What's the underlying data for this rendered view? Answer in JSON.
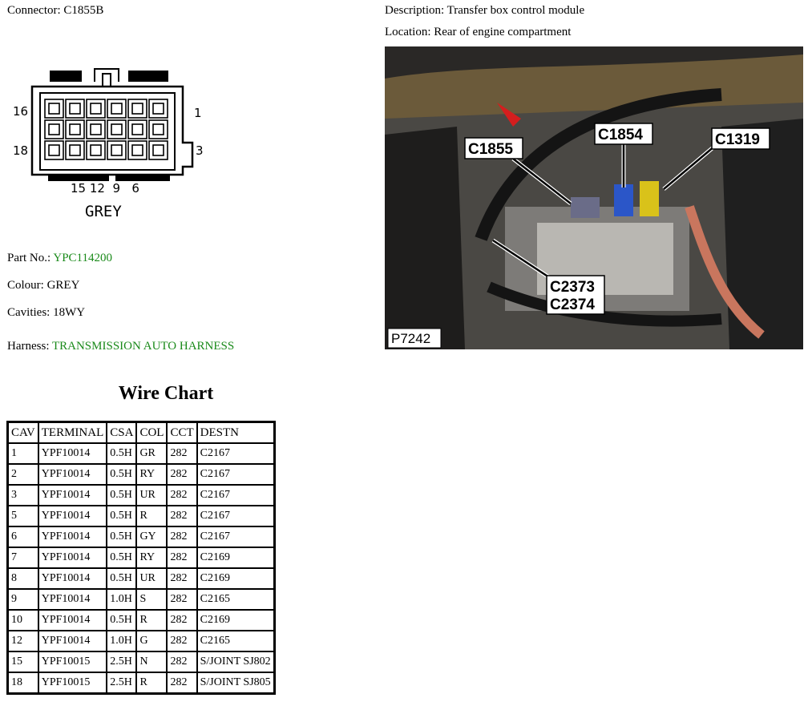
{
  "header": {
    "connector": "Connector: C1855B",
    "description": "Description: Transfer box control module",
    "location": "Location: Rear of engine compartment"
  },
  "diagram": {
    "pin_top_left": "16",
    "pin_top_right": "1",
    "pin_mid_left": "18",
    "pin_mid_right": "3",
    "pins_bottom": "15 12  9   6",
    "colour_label": "GREY"
  },
  "info": {
    "part_label": "Part No.: ",
    "part_value": "YPC114200",
    "colour": "Colour: GREY",
    "cavities": "Cavities: 18WY",
    "harness_label": "Harness: ",
    "harness_value": "TRANSMISSION AUTO HARNESS"
  },
  "photo": {
    "labels": {
      "c1855": "C1855",
      "c1854": "C1854",
      "c1319": "C1319",
      "c2373": "C2373",
      "c2374": "C2374"
    },
    "ref": "P7242"
  },
  "wire_chart": {
    "title": "Wire Chart",
    "headers": [
      "CAV",
      "TERMINAL",
      "CSA",
      "COL",
      "CCT",
      "DESTN"
    ],
    "rows": [
      [
        "1",
        "YPF10014",
        "0.5H",
        "GR",
        "282",
        "C2167"
      ],
      [
        "2",
        "YPF10014",
        "0.5H",
        "RY",
        "282",
        "C2167"
      ],
      [
        "3",
        "YPF10014",
        "0.5H",
        "UR",
        "282",
        "C2167"
      ],
      [
        "5",
        "YPF10014",
        "0.5H",
        "R",
        "282",
        "C2167"
      ],
      [
        "6",
        "YPF10014",
        "0.5H",
        "GY",
        "282",
        "C2167"
      ],
      [
        "7",
        "YPF10014",
        "0.5H",
        "RY",
        "282",
        "C2169"
      ],
      [
        "8",
        "YPF10014",
        "0.5H",
        "UR",
        "282",
        "C2169"
      ],
      [
        "9",
        "YPF10014",
        "1.0H",
        "S",
        "282",
        "C2165"
      ],
      [
        "10",
        "YPF10014",
        "0.5H",
        "R",
        "282",
        "C2169"
      ],
      [
        "12",
        "YPF10014",
        "1.0H",
        "G",
        "282",
        "C2165"
      ],
      [
        "15",
        "YPF10015",
        "2.5H",
        "N",
        "282",
        "S/JOINT SJ802"
      ],
      [
        "18",
        "YPF10015",
        "2.5H",
        "R",
        "282",
        "S/JOINT SJ805"
      ]
    ]
  }
}
